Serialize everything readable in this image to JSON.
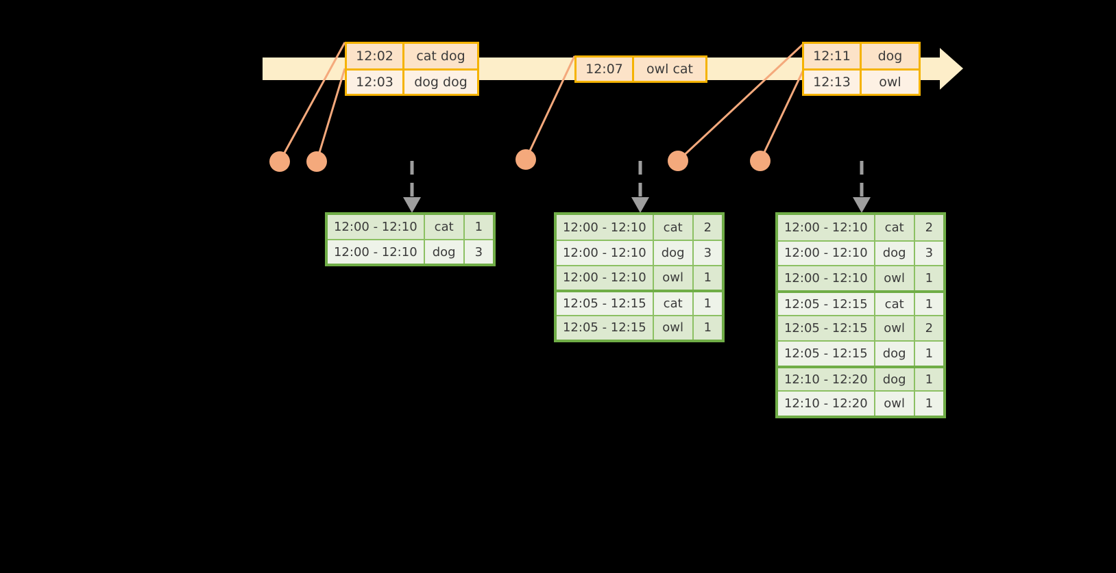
{
  "timeline": {
    "bar_color": "#fdeec9",
    "arrow_color": "#fdeec9",
    "connector_color": "#f4a97c",
    "dot_color": "#f4a97c",
    "box_border_color": "#f5b301"
  },
  "events": [
    {
      "id": "event-group-1",
      "rows": [
        {
          "time": "12:02",
          "words": "cat dog"
        },
        {
          "time": "12:03",
          "words": "dog dog"
        }
      ]
    },
    {
      "id": "event-group-2",
      "rows": [
        {
          "time": "12:07",
          "words": "owl cat"
        }
      ]
    },
    {
      "id": "event-group-3",
      "rows": [
        {
          "time": "12:11",
          "words": "dog"
        },
        {
          "time": "12:13",
          "words": "owl"
        }
      ]
    }
  ],
  "tables": [
    {
      "id": "result-table-1",
      "rows": [
        {
          "window": "12:00 - 12:10",
          "word": "cat",
          "count": "1"
        },
        {
          "window": "12:00 - 12:10",
          "word": "dog",
          "count": "3"
        }
      ]
    },
    {
      "id": "result-table-2",
      "rows": [
        {
          "window": "12:00 - 12:10",
          "word": "cat",
          "count": "2"
        },
        {
          "window": "12:00 - 12:10",
          "word": "dog",
          "count": "3"
        },
        {
          "window": "12:00 - 12:10",
          "word": "owl",
          "count": "1"
        },
        {
          "window": "12:05 - 12:15",
          "word": "cat",
          "count": "1"
        },
        {
          "window": "12:05 - 12:15",
          "word": "owl",
          "count": "1"
        }
      ]
    },
    {
      "id": "result-table-3",
      "rows": [
        {
          "window": "12:00 - 12:10",
          "word": "cat",
          "count": "2"
        },
        {
          "window": "12:00 - 12:10",
          "word": "dog",
          "count": "3"
        },
        {
          "window": "12:00 - 12:10",
          "word": "owl",
          "count": "1"
        },
        {
          "window": "12:05 - 12:15",
          "word": "cat",
          "count": "1"
        },
        {
          "window": "12:05 - 12:15",
          "word": "owl",
          "count": "2"
        },
        {
          "window": "12:05 - 12:15",
          "word": "dog",
          "count": "1"
        },
        {
          "window": "12:10 - 12:20",
          "word": "dog",
          "count": "1"
        },
        {
          "window": "12:10 - 12:20",
          "word": "owl",
          "count": "1"
        }
      ]
    }
  ]
}
